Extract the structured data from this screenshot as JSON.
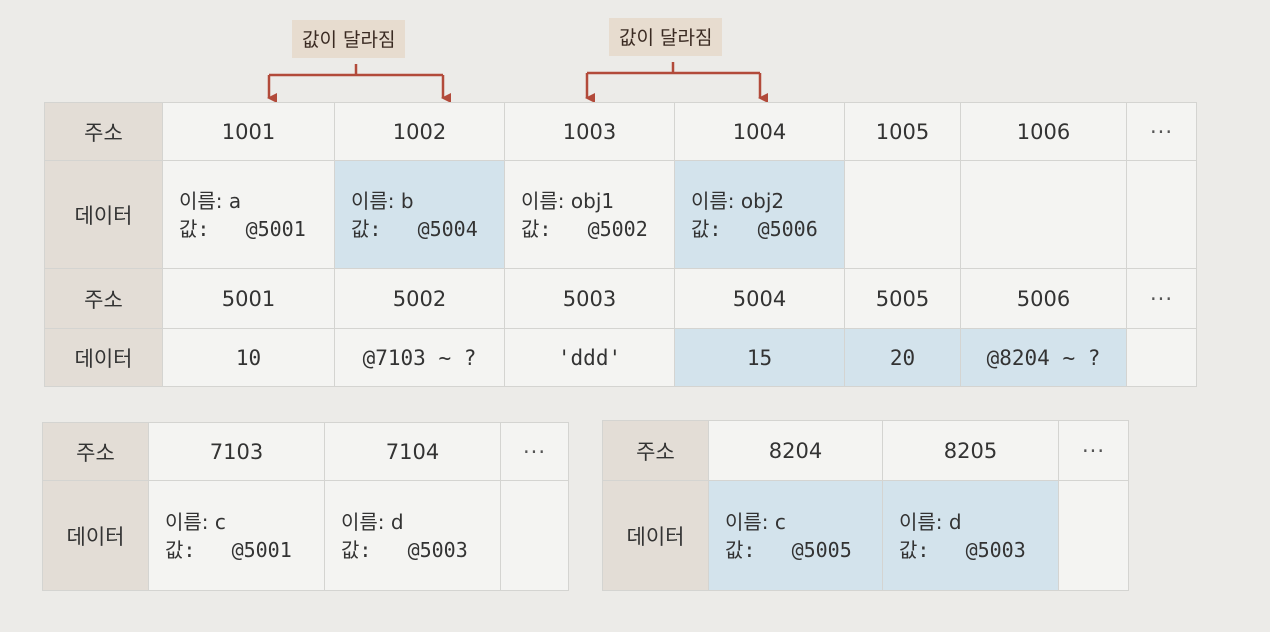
{
  "callouts": [
    "값이 달라짐",
    "값이 달라짐"
  ],
  "colors": {
    "arrow": "#b24a3a",
    "header": "#e3ddd6",
    "highlight": "#d3e3ec"
  },
  "main": {
    "header_addr": "주소",
    "header_data": "데이터",
    "row1_addresses": [
      "1001",
      "1002",
      "1003",
      "1004",
      "1005",
      "1006",
      "···"
    ],
    "row1_cells": [
      {
        "name": "이름: a",
        "value": "값:   @5001"
      },
      {
        "name": "이름: b",
        "value": "값:   @5004"
      },
      {
        "name": "이름: obj1",
        "value": "값:   @5002"
      },
      {
        "name": "이름: obj2",
        "value": "값:   @5006"
      }
    ],
    "row2_addresses": [
      "5001",
      "5002",
      "5003",
      "5004",
      "5005",
      "5006",
      "···"
    ],
    "row2_values": [
      "10",
      "@7103 ~ ?",
      "'ddd'",
      "15",
      "20",
      "@8204 ~ ?"
    ]
  },
  "table7": {
    "header_addr": "주소",
    "header_data": "데이터",
    "addresses": [
      "7103",
      "7104",
      "···"
    ],
    "cells": [
      {
        "name": "이름: c",
        "value": "값:   @5001"
      },
      {
        "name": "이름: d",
        "value": "값:   @5003"
      }
    ]
  },
  "table8": {
    "header_addr": "주소",
    "header_data": "데이터",
    "addresses": [
      "8204",
      "8205",
      "···"
    ],
    "cells": [
      {
        "name": "이름: c",
        "value": "값:   @5005"
      },
      {
        "name": "이름: d",
        "value": "값:   @5003"
      }
    ]
  }
}
